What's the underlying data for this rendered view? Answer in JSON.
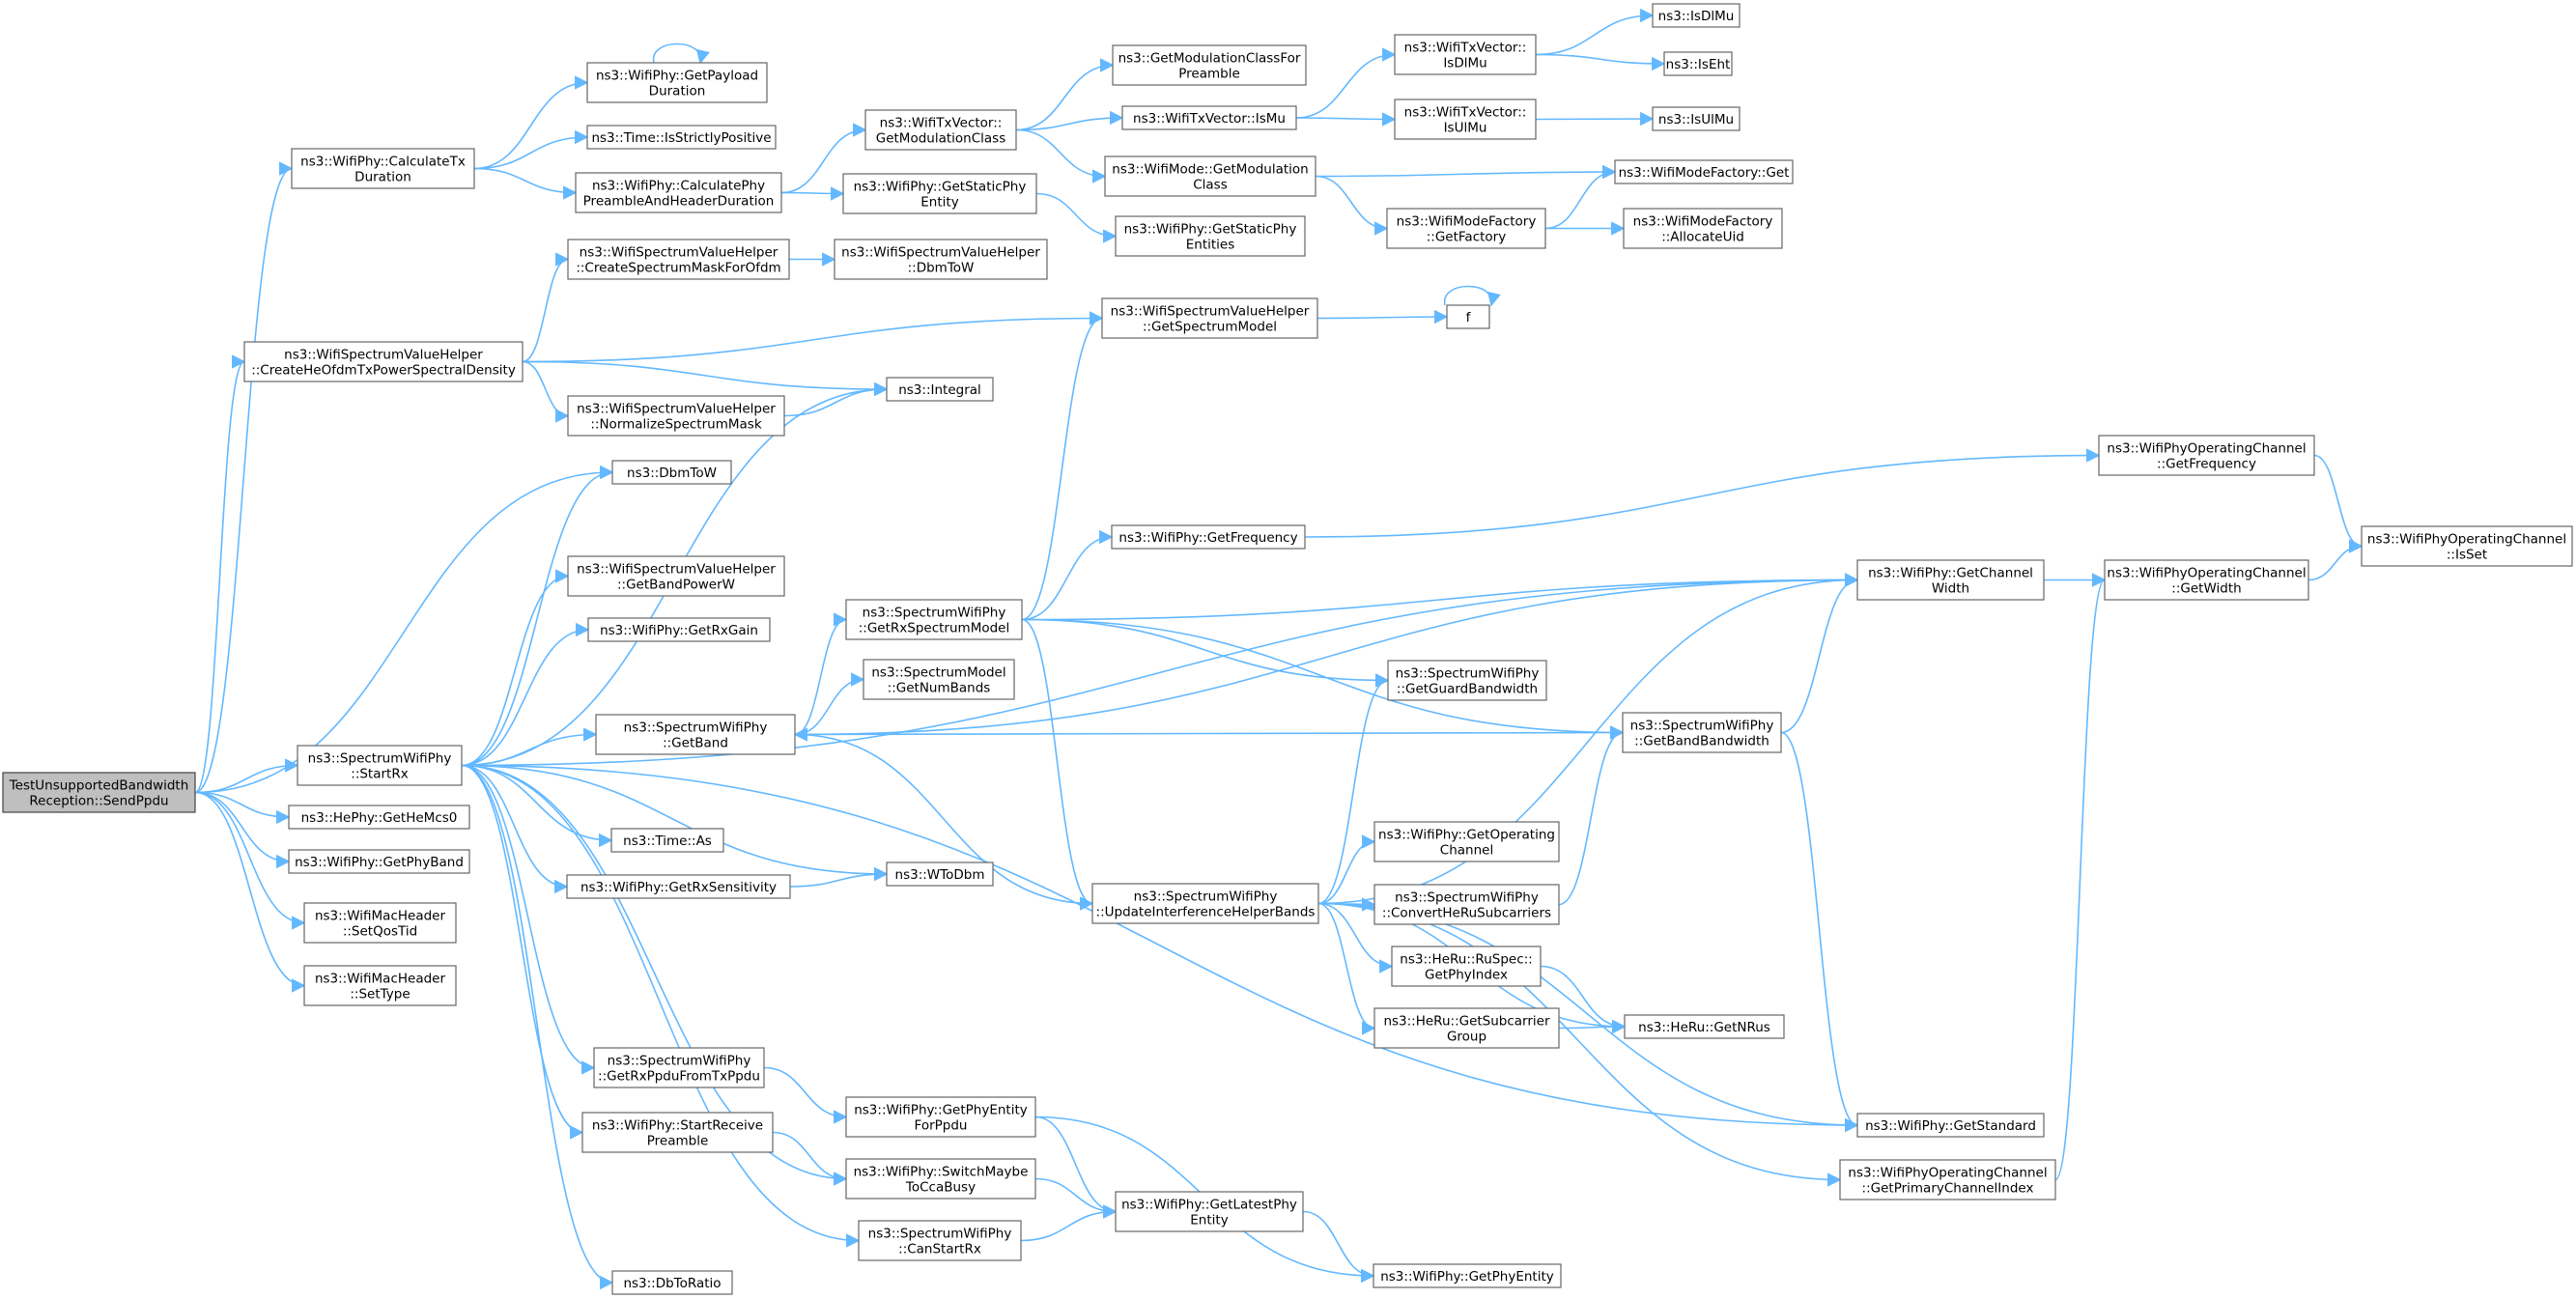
{
  "nodes": [
    {
      "id": "root",
      "lines": [
        "TestUnsupportedBandwidth",
        "Reception::SendPpdu"
      ]
    },
    {
      "id": "calcTx",
      "lines": [
        "ns3::WifiPhy::CalculateTx",
        "Duration"
      ]
    },
    {
      "id": "getPayload",
      "lines": [
        "ns3::WifiPhy::GetPayload",
        "Duration"
      ]
    },
    {
      "id": "strictlyPos",
      "lines": [
        "ns3::Time::IsStrictlyPositive"
      ]
    },
    {
      "id": "calcPreamble",
      "lines": [
        "ns3::WifiPhy::CalculatePhy",
        "PreambleAndHeaderDuration"
      ]
    },
    {
      "id": "getModClass",
      "lines": [
        "ns3::WifiTxVector::",
        "GetModulationClass"
      ]
    },
    {
      "id": "getModClassPre",
      "lines": [
        "ns3::GetModulationClassFor",
        "Preamble"
      ]
    },
    {
      "id": "txIsMu",
      "lines": [
        "ns3::WifiTxVector::IsMu"
      ]
    },
    {
      "id": "wmGetMod",
      "lines": [
        "ns3::WifiMode::GetModulation",
        "Class"
      ]
    },
    {
      "id": "getStaticEnt",
      "lines": [
        "ns3::WifiPhy::GetStaticPhy",
        "Entity"
      ]
    },
    {
      "id": "getStaticEnts",
      "lines": [
        "ns3::WifiPhy::GetStaticPhy",
        "Entities"
      ]
    },
    {
      "id": "txIsDlMu",
      "lines": [
        "ns3::WifiTxVector::",
        "IsDlMu"
      ]
    },
    {
      "id": "txIsUlMu",
      "lines": [
        "ns3::WifiTxVector::",
        "IsUlMu"
      ]
    },
    {
      "id": "isDlMu",
      "lines": [
        "ns3::IsDlMu"
      ]
    },
    {
      "id": "isEht",
      "lines": [
        "ns3::IsEht"
      ]
    },
    {
      "id": "isUlMu",
      "lines": [
        "ns3::IsUlMu"
      ]
    },
    {
      "id": "wmfGet",
      "lines": [
        "ns3::WifiModeFactory::Get"
      ]
    },
    {
      "id": "wmfGetFactory",
      "lines": [
        "ns3::WifiModeFactory",
        "::GetFactory"
      ]
    },
    {
      "id": "wmfAlloc",
      "lines": [
        "ns3::WifiModeFactory",
        "::AllocateUid"
      ]
    },
    {
      "id": "createHe",
      "lines": [
        "ns3::WifiSpectrumValueHelper",
        "::CreateHeOfdmTxPowerSpectralDensity"
      ]
    },
    {
      "id": "createMask",
      "lines": [
        "ns3::WifiSpectrumValueHelper",
        "::CreateSpectrumMaskForOfdm"
      ]
    },
    {
      "id": "svhDbmToW",
      "lines": [
        "ns3::WifiSpectrumValueHelper",
        "::DbmToW"
      ]
    },
    {
      "id": "svhGetModel",
      "lines": [
        "ns3::WifiSpectrumValueHelper",
        "::GetSpectrumModel"
      ]
    },
    {
      "id": "f",
      "lines": [
        "f"
      ]
    },
    {
      "id": "integral",
      "lines": [
        "ns3::Integral"
      ]
    },
    {
      "id": "normalize",
      "lines": [
        "ns3::WifiSpectrumValueHelper",
        "::NormalizeSpectrumMask"
      ]
    },
    {
      "id": "dbmToW",
      "lines": [
        "ns3::DbmToW"
      ]
    },
    {
      "id": "getBandPower",
      "lines": [
        "ns3::WifiSpectrumValueHelper",
        "::GetBandPowerW"
      ]
    },
    {
      "id": "getRxGain",
      "lines": [
        "ns3::WifiPhy::GetRxGain"
      ]
    },
    {
      "id": "startRx",
      "lines": [
        "ns3::SpectrumWifiPhy",
        "::StartRx"
      ]
    },
    {
      "id": "getHeMcs0",
      "lines": [
        "ns3::HePhy::GetHeMcs0"
      ]
    },
    {
      "id": "getPhyBand",
      "lines": [
        "ns3::WifiPhy::GetPhyBand"
      ]
    },
    {
      "id": "setQosTid",
      "lines": [
        "ns3::WifiMacHeader",
        "::SetQosTid"
      ]
    },
    {
      "id": "setType",
      "lines": [
        "ns3::WifiMacHeader",
        "::SetType"
      ]
    },
    {
      "id": "getBand",
      "lines": [
        "ns3::SpectrumWifiPhy",
        "::GetBand"
      ]
    },
    {
      "id": "getRxSpec",
      "lines": [
        "ns3::SpectrumWifiPhy",
        "::GetRxSpectrumModel"
      ]
    },
    {
      "id": "getNumBands",
      "lines": [
        "ns3::SpectrumModel",
        "::GetNumBands"
      ]
    },
    {
      "id": "phyGetFreq",
      "lines": [
        "ns3::WifiPhy::GetFrequency"
      ]
    },
    {
      "id": "chGetFreq",
      "lines": [
        "ns3::WifiPhyOperatingChannel",
        "::GetFrequency"
      ]
    },
    {
      "id": "getChWidth",
      "lines": [
        "ns3::WifiPhy::GetChannel",
        "Width"
      ]
    },
    {
      "id": "chGetWidth",
      "lines": [
        "ns3::WifiPhyOperatingChannel",
        "::GetWidth"
      ]
    },
    {
      "id": "chIsSet",
      "lines": [
        "ns3::WifiPhyOperatingChannel",
        "::IsSet"
      ]
    },
    {
      "id": "getGuardBw",
      "lines": [
        "ns3::SpectrumWifiPhy",
        "::GetGuardBandwidth"
      ]
    },
    {
      "id": "getBandBw",
      "lines": [
        "ns3::SpectrumWifiPhy",
        "::GetBandBandwidth"
      ]
    },
    {
      "id": "timeAs",
      "lines": [
        "ns3::Time::As"
      ]
    },
    {
      "id": "getRxSens",
      "lines": [
        "ns3::WifiPhy::GetRxSensitivity"
      ]
    },
    {
      "id": "wToDbm",
      "lines": [
        "ns3::WToDbm"
      ]
    },
    {
      "id": "updInterf",
      "lines": [
        "ns3::SpectrumWifiPhy",
        "::UpdateInterferenceHelperBands"
      ]
    },
    {
      "id": "getOpCh",
      "lines": [
        "ns3::WifiPhy::GetOperating",
        "Channel"
      ]
    },
    {
      "id": "convHeRu",
      "lines": [
        "ns3::SpectrumWifiPhy",
        "::ConvertHeRuSubcarriers"
      ]
    },
    {
      "id": "ruGetPhyIdx",
      "lines": [
        "ns3::HeRu::RuSpec::",
        "GetPhyIndex"
      ]
    },
    {
      "id": "getSubGroup",
      "lines": [
        "ns3::HeRu::GetSubcarrier",
        "Group"
      ]
    },
    {
      "id": "getNRus",
      "lines": [
        "ns3::HeRu::GetNRus"
      ]
    },
    {
      "id": "getStandard",
      "lines": [
        "ns3::WifiPhy::GetStandard"
      ]
    },
    {
      "id": "getPrimIdx",
      "lines": [
        "ns3::WifiPhyOperatingChannel",
        "::GetPrimaryChannelIndex"
      ]
    },
    {
      "id": "getRxPpdu",
      "lines": [
        "ns3::SpectrumWifiPhy",
        "::GetRxPpduFromTxPpdu"
      ]
    },
    {
      "id": "getPhyEntPpdu",
      "lines": [
        "ns3::WifiPhy::GetPhyEntity",
        "ForPpdu"
      ]
    },
    {
      "id": "startRecvPre",
      "lines": [
        "ns3::WifiPhy::StartReceive",
        "Preamble"
      ]
    },
    {
      "id": "switchCca",
      "lines": [
        "ns3::WifiPhy::SwitchMaybe",
        "ToCcaBusy"
      ]
    },
    {
      "id": "getLatest",
      "lines": [
        "ns3::WifiPhy::GetLatestPhy",
        "Entity"
      ]
    },
    {
      "id": "canStartRx",
      "lines": [
        "ns3::SpectrumWifiPhy",
        "::CanStartRx"
      ]
    },
    {
      "id": "getPhyEnt",
      "lines": [
        "ns3::WifiPhy::GetPhyEntity"
      ]
    },
    {
      "id": "dbToRatio",
      "lines": [
        "ns3::DbToRatio"
      ]
    }
  ],
  "edges": [
    [
      "root",
      "calcTx"
    ],
    [
      "root",
      "createHe"
    ],
    [
      "root",
      "dbmToW"
    ],
    [
      "root",
      "startRx"
    ],
    [
      "root",
      "getHeMcs0"
    ],
    [
      "root",
      "getPhyBand"
    ],
    [
      "root",
      "setQosTid"
    ],
    [
      "root",
      "setType"
    ],
    [
      "calcTx",
      "getPayload"
    ],
    [
      "calcTx",
      "strictlyPos"
    ],
    [
      "calcTx",
      "calcPreamble"
    ],
    [
      "getPayload",
      "getPayload"
    ],
    [
      "calcPreamble",
      "getModClass"
    ],
    [
      "calcPreamble",
      "getStaticEnt"
    ],
    [
      "getModClass",
      "getModClassPre"
    ],
    [
      "getModClass",
      "txIsMu"
    ],
    [
      "getModClass",
      "wmGetMod"
    ],
    [
      "txIsMu",
      "txIsDlMu"
    ],
    [
      "txIsMu",
      "txIsUlMu"
    ],
    [
      "txIsDlMu",
      "isDlMu"
    ],
    [
      "txIsDlMu",
      "isEht"
    ],
    [
      "txIsUlMu",
      "isUlMu"
    ],
    [
      "wmGetMod",
      "wmfGet"
    ],
    [
      "wmGetMod",
      "wmfGetFactory"
    ],
    [
      "wmfGetFactory",
      "wmfGet"
    ],
    [
      "wmfGetFactory",
      "wmfAlloc"
    ],
    [
      "getStaticEnt",
      "getStaticEnts"
    ],
    [
      "createHe",
      "createMask"
    ],
    [
      "createHe",
      "svhGetModel"
    ],
    [
      "createHe",
      "integral"
    ],
    [
      "createHe",
      "normalize"
    ],
    [
      "createMask",
      "svhDbmToW"
    ],
    [
      "normalize",
      "integral"
    ],
    [
      "svhGetModel",
      "f"
    ],
    [
      "f",
      "f"
    ],
    [
      "startRx",
      "dbmToW"
    ],
    [
      "startRx",
      "getBandPower"
    ],
    [
      "startRx",
      "getRxGain"
    ],
    [
      "startRx",
      "integral"
    ],
    [
      "startRx",
      "getBand"
    ],
    [
      "startRx",
      "timeAs"
    ],
    [
      "startRx",
      "getRxSens"
    ],
    [
      "startRx",
      "wToDbm"
    ],
    [
      "startRx",
      "getRxPpdu"
    ],
    [
      "startRx",
      "startRecvPre"
    ],
    [
      "startRx",
      "switchCca"
    ],
    [
      "startRx",
      "canStartRx"
    ],
    [
      "startRx",
      "dbToRatio"
    ],
    [
      "startRx",
      "getStandard"
    ],
    [
      "startRx",
      "getChWidth"
    ],
    [
      "getBand",
      "getRxSpec"
    ],
    [
      "getBand",
      "getNumBands"
    ],
    [
      "getBand",
      "getBandBw"
    ],
    [
      "getBand",
      "getChWidth"
    ],
    [
      "getRxSpec",
      "svhGetModel"
    ],
    [
      "getRxSpec",
      "phyGetFreq"
    ],
    [
      "getRxSpec",
      "getChWidth"
    ],
    [
      "getRxSpec",
      "getGuardBw"
    ],
    [
      "getRxSpec",
      "getBandBw"
    ],
    [
      "getRxSpec",
      "updInterf"
    ],
    [
      "phyGetFreq",
      "chGetFreq"
    ],
    [
      "chGetFreq",
      "chIsSet"
    ],
    [
      "getChWidth",
      "chGetWidth"
    ],
    [
      "chGetWidth",
      "chIsSet"
    ],
    [
      "getBandBw",
      "getChWidth"
    ],
    [
      "getBandBw",
      "getStandard"
    ],
    [
      "getRxSens",
      "wToDbm"
    ],
    [
      "updInterf",
      "getBand"
    ],
    [
      "updInterf",
      "getGuardBw"
    ],
    [
      "updInterf",
      "getChWidth"
    ],
    [
      "updInterf",
      "getOpCh"
    ],
    [
      "updInterf",
      "convHeRu"
    ],
    [
      "updInterf",
      "ruGetPhyIdx"
    ],
    [
      "updInterf",
      "getSubGroup"
    ],
    [
      "updInterf",
      "getNRus"
    ],
    [
      "updInterf",
      "getStandard"
    ],
    [
      "updInterf",
      "getPrimIdx"
    ],
    [
      "convHeRu",
      "getBandBw"
    ],
    [
      "ruGetPhyIdx",
      "getNRus"
    ],
    [
      "getSubGroup",
      "getNRus"
    ],
    [
      "getPrimIdx",
      "chGetWidth"
    ],
    [
      "getRxPpdu",
      "getPhyEntPpdu"
    ],
    [
      "getPhyEntPpdu",
      "getLatest"
    ],
    [
      "getPhyEntPpdu",
      "getPhyEnt"
    ],
    [
      "startRecvPre",
      "switchCca"
    ],
    [
      "switchCca",
      "getLatest"
    ],
    [
      "canStartRx",
      "getLatest"
    ],
    [
      "getLatest",
      "getPhyEnt"
    ]
  ],
  "colors": {
    "edge": "#63b8ff",
    "node_border": "#666666",
    "root_fill": "#bfbfbf",
    "node_fill": "#ffffff"
  }
}
